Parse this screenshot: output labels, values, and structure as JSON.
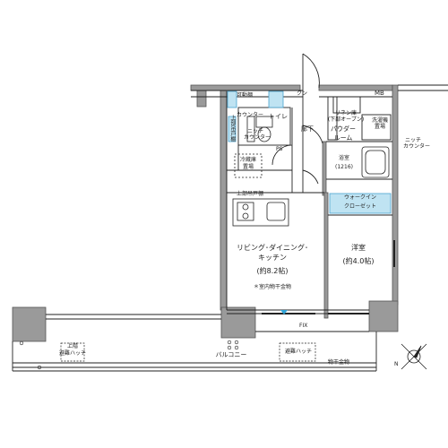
{
  "rooms": {
    "ldk_name_1": "リビング･ダイニング･",
    "ldk_name_2": "キッチン",
    "ldk_size": "(約8.2帖)",
    "ldk_ceiling": "＊室内物干金物",
    "western_name": "洋室",
    "western_size": "(約4.0帖)",
    "toilet": "トイレ",
    "corridor": "廊下",
    "powder_1": "パウダー",
    "powder_2": "ルーム",
    "bath_1": "浴室",
    "bath_2": "(1216)",
    "walkin_1": "ウォークイン",
    "walkin_2": "クローゼット",
    "balcony": "バルコニー"
  },
  "labels": {
    "movable_shelf": "可動棚",
    "upper_shelf": "上部吊戸棚",
    "counter": "カウンター",
    "niche_counter_1": "ニッチ",
    "niche_counter_2": "カウンター",
    "ps": "PS",
    "fridge_1": "冷蔵庫",
    "fridge_2": "置場",
    "upper_cabinet": "上部吊戸棚",
    "linen_1": "リネン庫",
    "linen_2": "(下部オープン)",
    "laundry_1": "洗濯機",
    "laundry_2": "置場",
    "mb": "MB",
    "niche_right_1": "ニッチ",
    "niche_right_2": "カウンター",
    "shelf_text": "クン",
    "evac_1": "上階",
    "evac_2": "避難ハッチ",
    "evac_hatch": "避難ハッチ",
    "drying": "物干金物",
    "fix": "FIX",
    "north": "N"
  },
  "colors": {
    "wall": "#9a9a9a",
    "wall_dark": "#6f6f6f",
    "line": "#222222",
    "storage_fill": "#bfe3f2",
    "storage_stroke": "#4aa3cf",
    "accent_marker": "#2fa3d6"
  }
}
